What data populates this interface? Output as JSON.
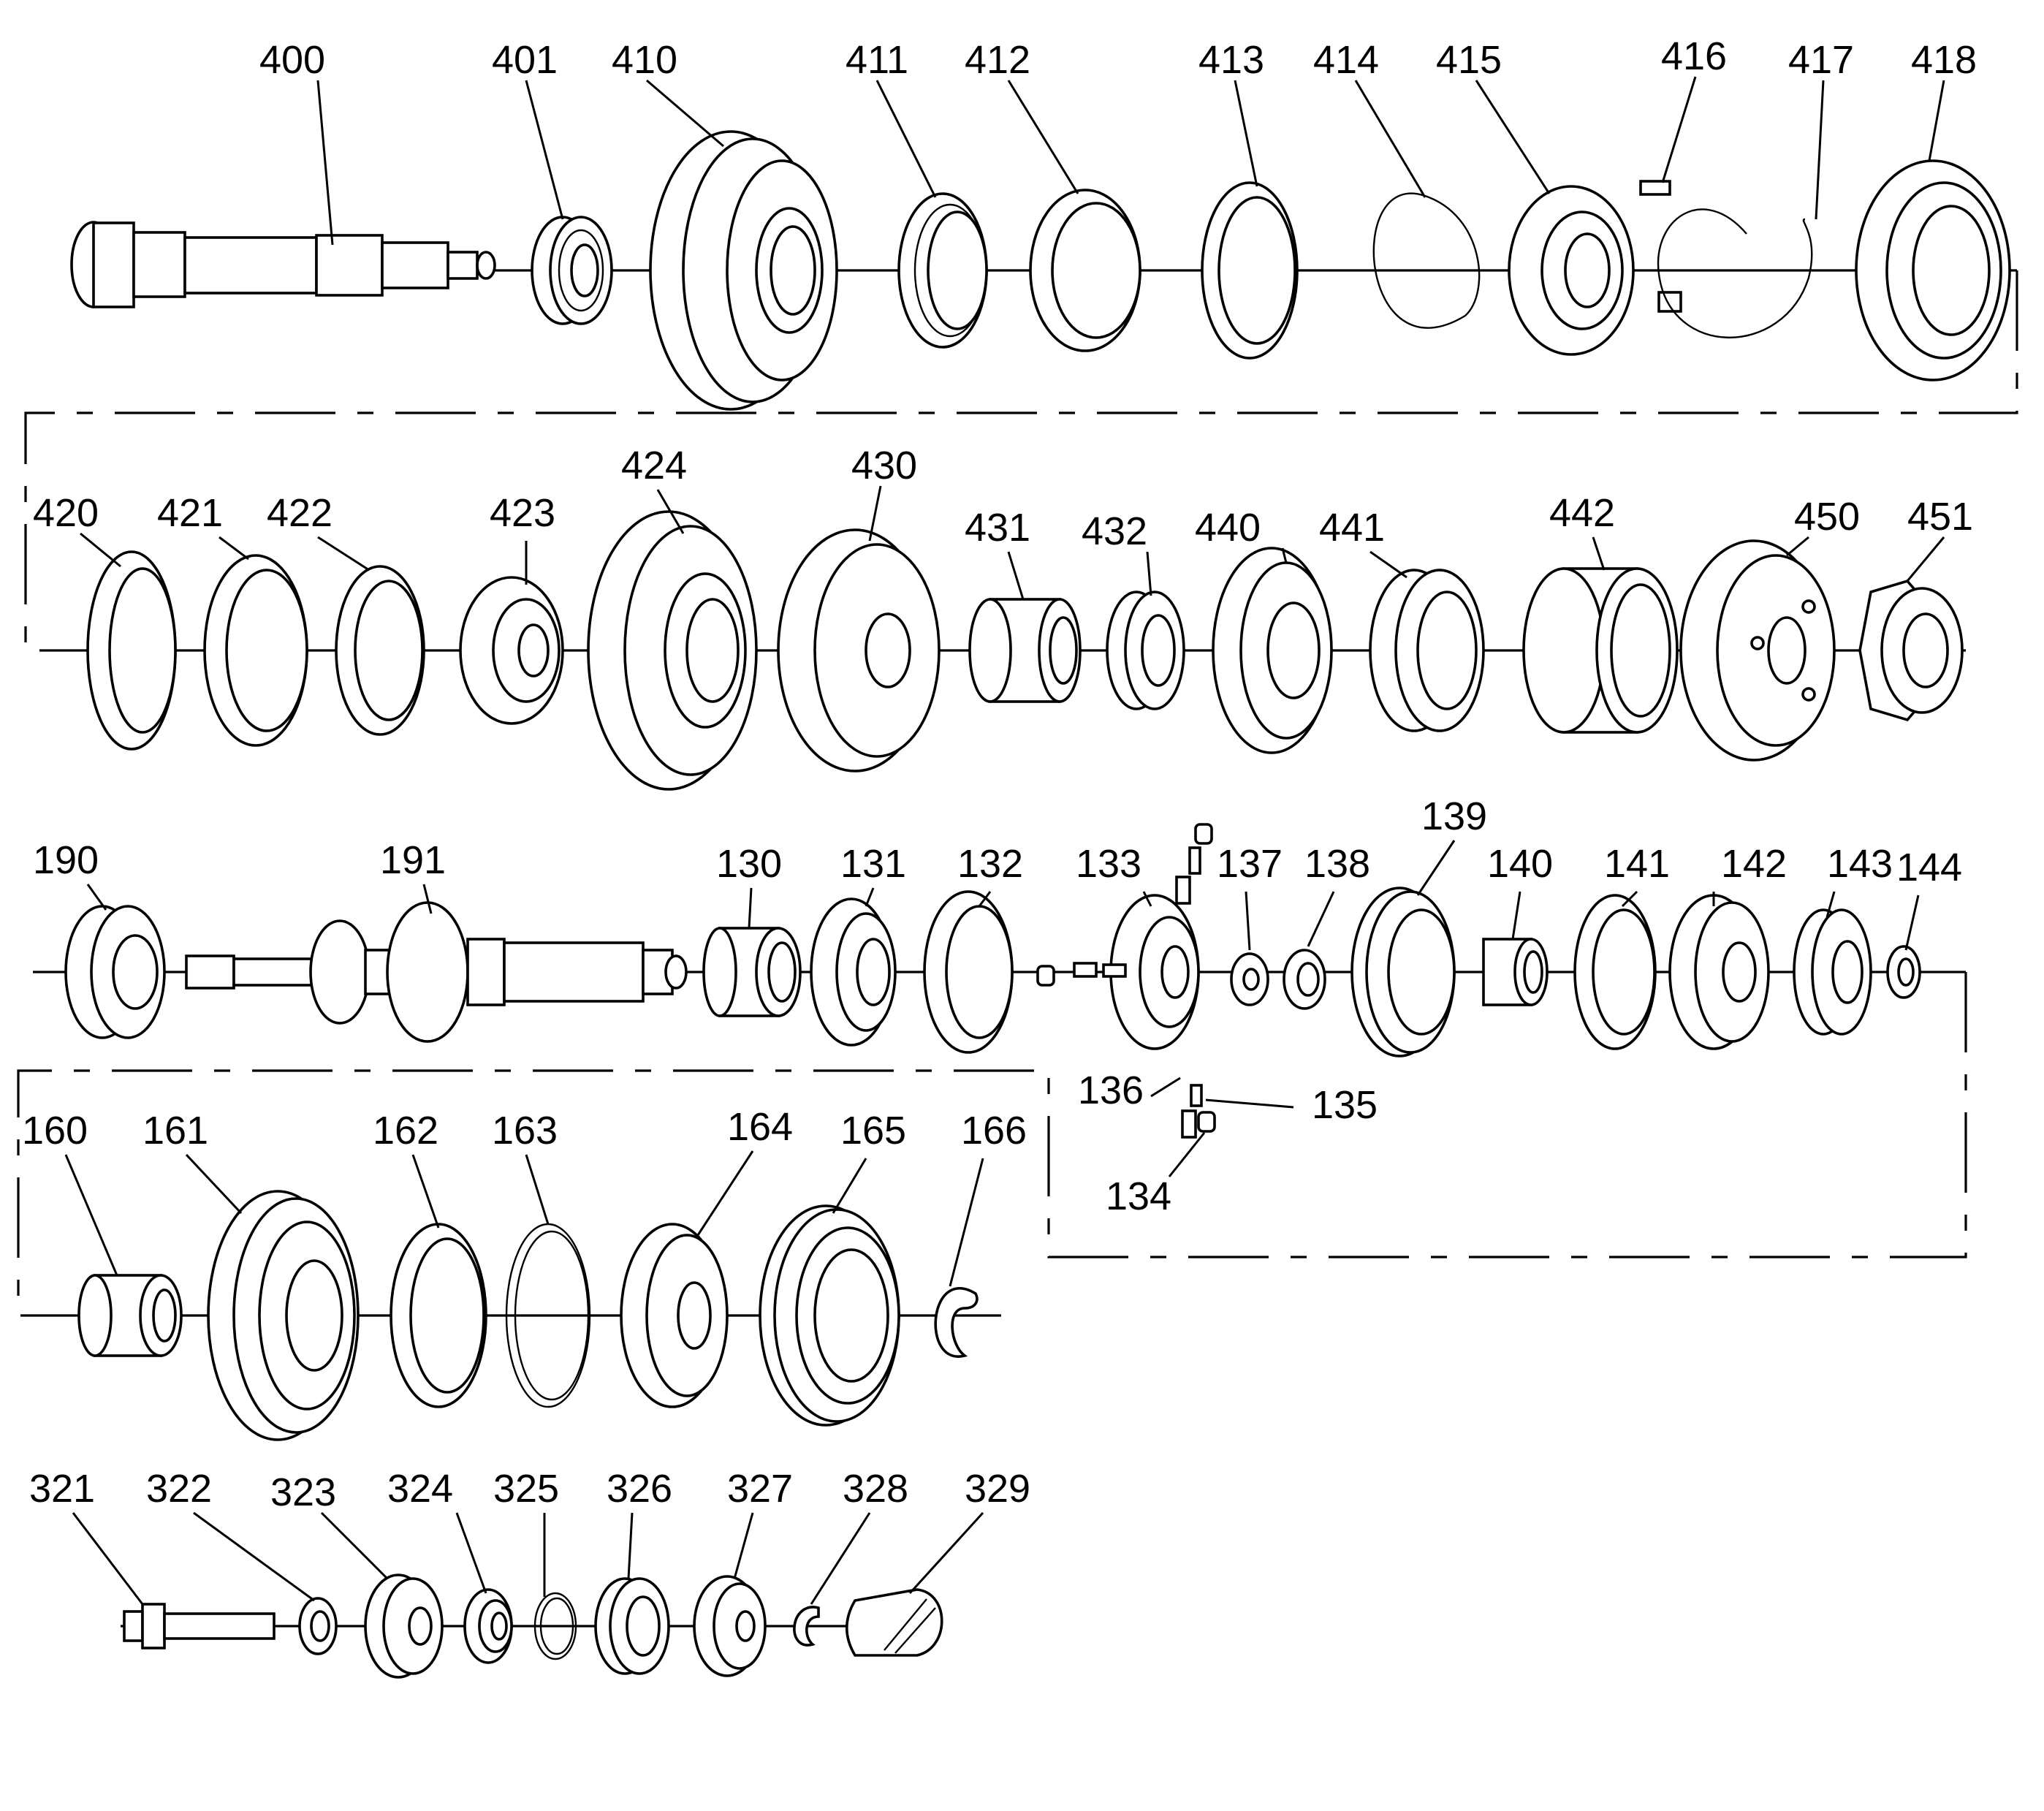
{
  "row1": [
    {
      "id": "400",
      "name": "shaft"
    },
    {
      "id": "401",
      "name": "bearing"
    },
    {
      "id": "410",
      "name": "gear"
    },
    {
      "id": "411",
      "name": "ring"
    },
    {
      "id": "412",
      "name": "ring"
    },
    {
      "id": "413",
      "name": "ring"
    },
    {
      "id": "414",
      "name": "snap-ring"
    },
    {
      "id": "415",
      "name": "hub"
    },
    {
      "id": "416",
      "name": "key"
    },
    {
      "id": "417",
      "name": "snap-ring"
    },
    {
      "id": "418",
      "name": "sleeve"
    }
  ],
  "row2": [
    {
      "id": "420",
      "name": "ring"
    },
    {
      "id": "421",
      "name": "ring"
    },
    {
      "id": "422",
      "name": "ring"
    },
    {
      "id": "423",
      "name": "hub"
    },
    {
      "id": "424",
      "name": "gear"
    },
    {
      "id": "430",
      "name": "gear"
    },
    {
      "id": "431",
      "name": "spacer"
    },
    {
      "id": "432",
      "name": "bearing"
    },
    {
      "id": "440",
      "name": "gear"
    },
    {
      "id": "441",
      "name": "bearing"
    },
    {
      "id": "442",
      "name": "ring"
    },
    {
      "id": "450",
      "name": "gear"
    },
    {
      "id": "451",
      "name": "nut"
    }
  ],
  "row3": [
    {
      "id": "190",
      "name": "bearing"
    },
    {
      "id": "191",
      "name": "shaft"
    },
    {
      "id": "130",
      "name": "needle-bearing"
    },
    {
      "id": "131",
      "name": "gear"
    },
    {
      "id": "132",
      "name": "ring"
    },
    {
      "id": "133",
      "name": "hub"
    },
    {
      "id": "134",
      "name": "cap"
    },
    {
      "id": "135",
      "name": "pin"
    },
    {
      "id": "136",
      "name": "spring"
    },
    {
      "id": "137",
      "name": "washer"
    },
    {
      "id": "138",
      "name": "snap-ring"
    },
    {
      "id": "139",
      "name": "sleeve"
    },
    {
      "id": "140",
      "name": "needle-bearing"
    },
    {
      "id": "141",
      "name": "ring"
    },
    {
      "id": "142",
      "name": "gear"
    },
    {
      "id": "143",
      "name": "bearing"
    },
    {
      "id": "144",
      "name": "snap-ring"
    }
  ],
  "row4": [
    {
      "id": "160",
      "name": "needle-bearing"
    },
    {
      "id": "161",
      "name": "gear"
    },
    {
      "id": "162",
      "name": "ring"
    },
    {
      "id": "163",
      "name": "ring"
    },
    {
      "id": "164",
      "name": "hub"
    },
    {
      "id": "165",
      "name": "sleeve"
    },
    {
      "id": "166",
      "name": "snap-ring"
    }
  ],
  "row5": [
    {
      "id": "321",
      "name": "shaft"
    },
    {
      "id": "322",
      "name": "washer"
    },
    {
      "id": "323",
      "name": "gear"
    },
    {
      "id": "324",
      "name": "bearing"
    },
    {
      "id": "325",
      "name": "snap-ring"
    },
    {
      "id": "326",
      "name": "sleeve"
    },
    {
      "id": "327",
      "name": "gear"
    },
    {
      "id": "328",
      "name": "clip"
    },
    {
      "id": "329",
      "name": "cap"
    }
  ]
}
